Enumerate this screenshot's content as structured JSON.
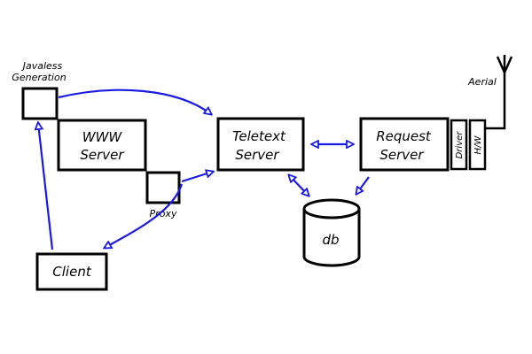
{
  "labels": {
    "javaless_line1": "Javaless",
    "javaless_line2": "Generation",
    "www_line1": "WWW",
    "www_line2": "Server",
    "proxy": "Proxy",
    "client": "Client",
    "teletext_line1": "Teletext",
    "teletext_line2": "Server",
    "request_line1": "Request",
    "request_line2": "Server",
    "driver": "Driver",
    "hw": "H/W",
    "aerial": "Aerial",
    "db": "db"
  },
  "colors": {
    "arrow": "#1a1ae6",
    "stroke": "#000000",
    "background": "#ffffff"
  }
}
